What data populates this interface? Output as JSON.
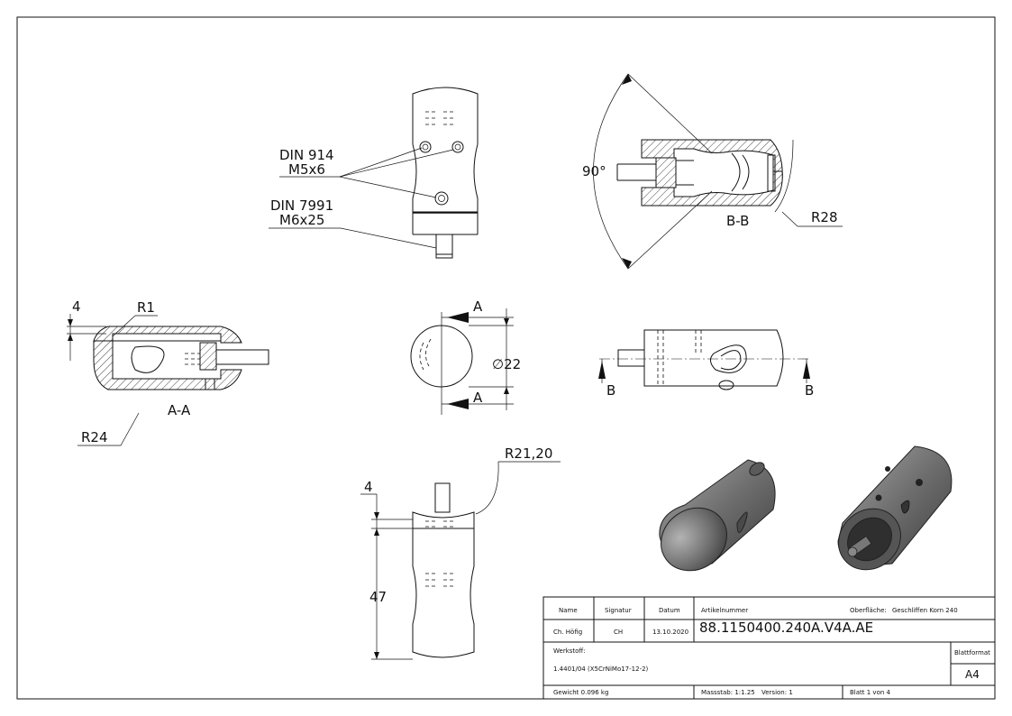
{
  "labels": {
    "din914": "DIN 914",
    "m5x6": "M5x6",
    "din7991": "DIN 7991",
    "m6x25": "M6x25",
    "angle": "90°",
    "section_bb": "B-B",
    "r28": "R28",
    "dim4_left": "4",
    "r1": "R1",
    "r24": "R24",
    "section_aa": "A-A",
    "cut_a_top": "A",
    "cut_a_bottom": "A",
    "dia22": "∅22",
    "cut_b_left": "B",
    "cut_b_right": "B",
    "r21_20": "R21,20",
    "dim4_bottom": "4",
    "dim47": "47"
  },
  "title_block": {
    "col_name": "Name",
    "col_signatur": "Signatur",
    "col_datum": "Datum",
    "col_artikelnummer": "Artikelnummer",
    "col_oberflaeche": "Oberfläche:",
    "oberflaeche_value": "Geschliffen Korn 240",
    "name_value": "Ch. Höfig",
    "signatur_value": "CH",
    "datum_value": "13.10.2020",
    "artikelnummer_value": "88.1150400.240A.V4A.AE",
    "werkstoff_label": "Werkstoff:",
    "werkstoff_value": "1.4401/04 (X5CrNiMo17-12-2)",
    "blattformat_label": "Blattformat",
    "blattformat_value": "A4",
    "gewicht": "Gewicht 0.096 kg",
    "massstab": "Massstab: 1:1.25",
    "version": "Version: 1",
    "blatt": "Blatt 1 von 4"
  }
}
